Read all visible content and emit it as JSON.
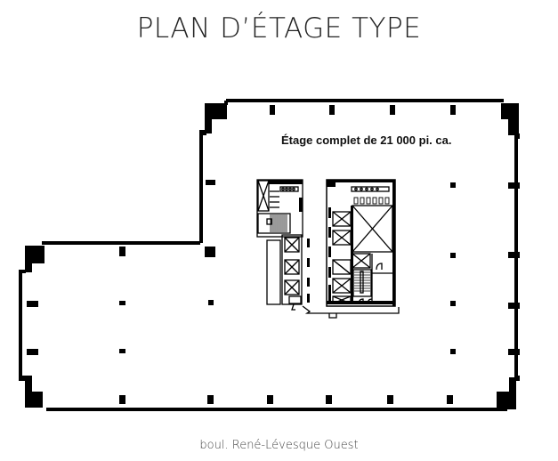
{
  "title": "PLAN D’ÉTAGE TYPE",
  "plan": {
    "area_label": "Étage complet de 21 000 pi. ca.",
    "street_label": "boul. René-Lévesque Ouest",
    "colors": {
      "wall": "#000000",
      "background": "#ffffff",
      "title_text": "#222222",
      "street_text": "#444444"
    },
    "elements": {
      "columns": "structural-column",
      "elevators": "elevator-shaft",
      "stairs": "stairwell",
      "washrooms": "washroom-fixtures",
      "core": "building-core"
    }
  }
}
